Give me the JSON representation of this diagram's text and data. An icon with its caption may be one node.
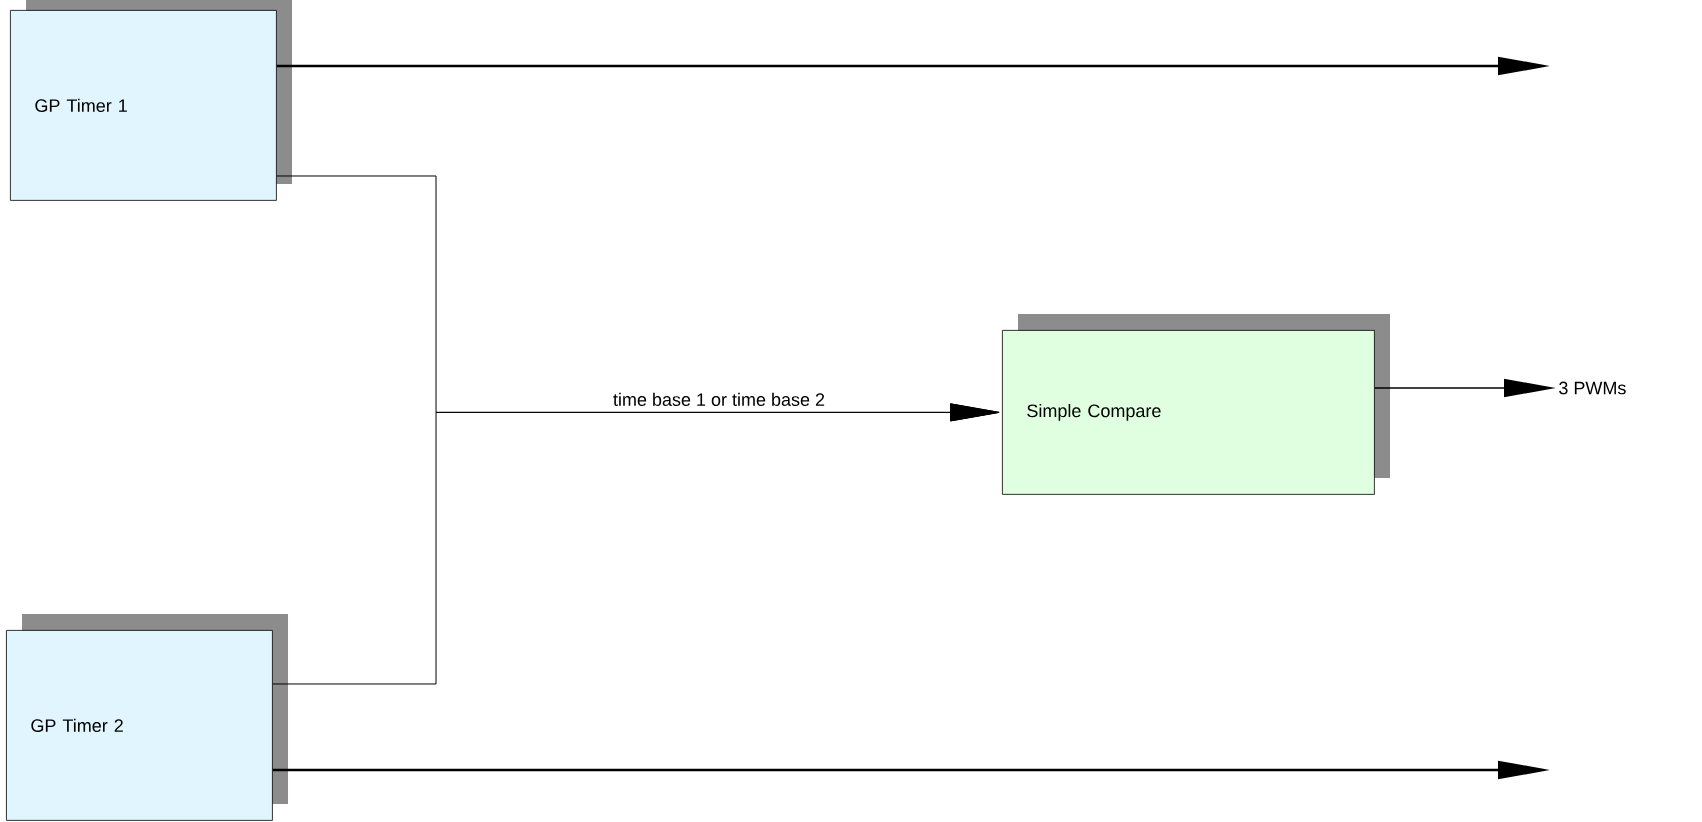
{
  "diagram": {
    "nodes": [
      {
        "text": [
          "GP Timer 1"
        ]
      },
      {
        "text": [
          "GP Timer 2"
        ]
      },
      {
        "text": [
          "Simple Compare"
        ]
      },
      {
        "text": [
          "3 PWMs"
        ]
      }
    ],
    "edges": [
      {
        "from": 0,
        "to": null,
        "arrow": "to"
      },
      {
        "from": 1,
        "to": null,
        "arrow": "to"
      },
      {
        "from": 0,
        "to": 2,
        "arrow": "to",
        "label": "time base 1 or time base 2"
      },
      {
        "from": 1,
        "to": 2,
        "arrow": "to"
      },
      {
        "from": 2,
        "to": 3,
        "arrow": "to"
      }
    ]
  }
}
